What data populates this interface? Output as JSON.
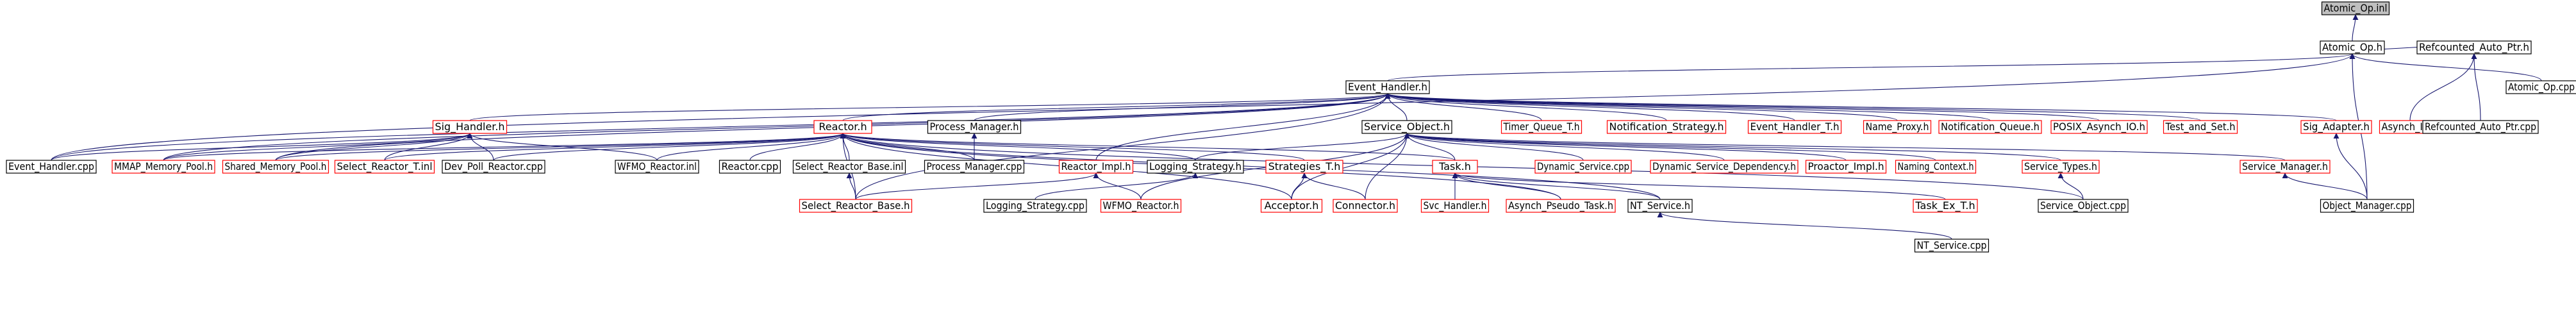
{
  "colors": {
    "edge": "#191970",
    "root_fill": "#bfbfbf",
    "normal_border": "#000000",
    "red_border": "#ff0000",
    "background": "#ffffff"
  },
  "nodes": [
    {
      "id": "atomic_op_inl",
      "label": "Atomic_Op.inl",
      "style": "root"
    },
    {
      "id": "atomic_op_h",
      "label": "Atomic_Op.h",
      "style": "normal"
    },
    {
      "id": "refcounted_auto_ptr_h",
      "label": "Refcounted_Auto_Ptr.h",
      "style": "normal"
    },
    {
      "id": "atomic_op_cpp",
      "label": "Atomic_Op.cpp",
      "style": "normal"
    },
    {
      "id": "event_handler_h",
      "label": "Event_Handler.h",
      "style": "normal"
    },
    {
      "id": "sig_handler_h",
      "label": "Sig_Handler.h",
      "style": "red"
    },
    {
      "id": "reactor_h",
      "label": "Reactor.h",
      "style": "red"
    },
    {
      "id": "process_manager_h",
      "label": "Process_Manager.h",
      "style": "normal"
    },
    {
      "id": "service_object_h",
      "label": "Service_Object.h",
      "style": "normal"
    },
    {
      "id": "timer_queue_t_h",
      "label": "Timer_Queue_T.h",
      "style": "red"
    },
    {
      "id": "notification_strategy_h",
      "label": "Notification_Strategy.h",
      "style": "red"
    },
    {
      "id": "event_handler_t_h",
      "label": "Event_Handler_T.h",
      "style": "red"
    },
    {
      "id": "name_proxy_h",
      "label": "Name_Proxy.h",
      "style": "red"
    },
    {
      "id": "notification_queue_h",
      "label": "Notification_Queue.h",
      "style": "red"
    },
    {
      "id": "posix_asynch_io_h",
      "label": "POSIX_Asynch_IO.h",
      "style": "red"
    },
    {
      "id": "test_and_set_h",
      "label": "Test_and_Set.h",
      "style": "red"
    },
    {
      "id": "sig_adapter_h",
      "label": "Sig_Adapter.h",
      "style": "red"
    },
    {
      "id": "asynch_io_h",
      "label": "Asynch_IO.h",
      "style": "red"
    },
    {
      "id": "refcounted_auto_ptr_cpp",
      "label": "Refcounted_Auto_Ptr.cpp",
      "style": "normal"
    },
    {
      "id": "event_handler_cpp",
      "label": "Event_Handler.cpp",
      "style": "normal"
    },
    {
      "id": "mmap_memory_pool_h",
      "label": "MMAP_Memory_Pool.h",
      "style": "red"
    },
    {
      "id": "shared_memory_pool_h",
      "label": "Shared_Memory_Pool.h",
      "style": "red"
    },
    {
      "id": "select_reactor_t_inl",
      "label": "Select_Reactor_T.inl",
      "style": "red"
    },
    {
      "id": "dev_poll_reactor_cpp",
      "label": "Dev_Poll_Reactor.cpp",
      "style": "normal"
    },
    {
      "id": "wfmo_reactor_inl",
      "label": "WFMO_Reactor.inl",
      "style": "normal"
    },
    {
      "id": "reactor_cpp",
      "label": "Reactor.cpp",
      "style": "normal"
    },
    {
      "id": "select_reactor_base_inl",
      "label": "Select_Reactor_Base.inl",
      "style": "normal"
    },
    {
      "id": "process_manager_cpp",
      "label": "Process_Manager.cpp",
      "style": "normal"
    },
    {
      "id": "reactor_impl_h",
      "label": "Reactor_Impl.h",
      "style": "red"
    },
    {
      "id": "logging_strategy_h",
      "label": "Logging_Strategy.h",
      "style": "normal"
    },
    {
      "id": "strategies_t_h",
      "label": "Strategies_T.h",
      "style": "red"
    },
    {
      "id": "task_h",
      "label": "Task.h",
      "style": "red"
    },
    {
      "id": "dynamic_service_cpp",
      "label": "Dynamic_Service.cpp",
      "style": "red"
    },
    {
      "id": "dynamic_service_dependency_h",
      "label": "Dynamic_Service_Dependency.h",
      "style": "red"
    },
    {
      "id": "proactor_impl_h",
      "label": "Proactor_Impl.h",
      "style": "red"
    },
    {
      "id": "naming_context_h",
      "label": "Naming_Context.h",
      "style": "red"
    },
    {
      "id": "service_types_h",
      "label": "Service_Types.h",
      "style": "red"
    },
    {
      "id": "service_manager_h",
      "label": "Service_Manager.h",
      "style": "red"
    },
    {
      "id": "select_reactor_base_h",
      "label": "Select_Reactor_Base.h",
      "style": "red"
    },
    {
      "id": "logging_strategy_cpp",
      "label": "Logging_Strategy.cpp",
      "style": "normal"
    },
    {
      "id": "wfmo_reactor_h",
      "label": "WFMO_Reactor.h",
      "style": "red"
    },
    {
      "id": "acceptor_h",
      "label": "Acceptor.h",
      "style": "red"
    },
    {
      "id": "connector_h",
      "label": "Connector.h",
      "style": "red"
    },
    {
      "id": "svc_handler_h",
      "label": "Svc_Handler.h",
      "style": "red"
    },
    {
      "id": "asynch_pseudo_task_h",
      "label": "Asynch_Pseudo_Task.h",
      "style": "red"
    },
    {
      "id": "nt_service_h",
      "label": "NT_Service.h",
      "style": "normal"
    },
    {
      "id": "task_ex_t_h",
      "label": "Task_Ex_T.h",
      "style": "red"
    },
    {
      "id": "service_object_cpp",
      "label": "Service_Object.cpp",
      "style": "normal"
    },
    {
      "id": "object_manager_cpp",
      "label": "Object_Manager.cpp",
      "style": "normal"
    },
    {
      "id": "nt_service_cpp",
      "label": "NT_Service.cpp",
      "style": "normal"
    }
  ],
  "edges": [
    [
      "atomic_op_h",
      "atomic_op_inl"
    ],
    [
      "refcounted_auto_ptr_h",
      "atomic_op_h"
    ],
    [
      "atomic_op_cpp",
      "atomic_op_h"
    ],
    [
      "event_handler_h",
      "atomic_op_h"
    ],
    [
      "event_handler_cpp",
      "atomic_op_h"
    ],
    [
      "object_manager_cpp",
      "atomic_op_h"
    ],
    [
      "refcounted_auto_ptr_cpp",
      "refcounted_auto_ptr_h"
    ],
    [
      "asynch_io_h",
      "refcounted_auto_ptr_h"
    ],
    [
      "sig_handler_h",
      "event_handler_h"
    ],
    [
      "reactor_h",
      "event_handler_h"
    ],
    [
      "process_manager_h",
      "event_handler_h"
    ],
    [
      "service_object_h",
      "event_handler_h"
    ],
    [
      "timer_queue_t_h",
      "event_handler_h"
    ],
    [
      "notification_strategy_h",
      "event_handler_h"
    ],
    [
      "event_handler_t_h",
      "event_handler_h"
    ],
    [
      "name_proxy_h",
      "event_handler_h"
    ],
    [
      "notification_queue_h",
      "event_handler_h"
    ],
    [
      "posix_asynch_io_h",
      "event_handler_h"
    ],
    [
      "test_and_set_h",
      "event_handler_h"
    ],
    [
      "sig_adapter_h",
      "event_handler_h"
    ],
    [
      "event_handler_cpp",
      "event_handler_h"
    ],
    [
      "mmap_memory_pool_h",
      "event_handler_h"
    ],
    [
      "shared_memory_pool_h",
      "event_handler_h"
    ],
    [
      "reactor_impl_h",
      "event_handler_h"
    ],
    [
      "select_reactor_base_h",
      "event_handler_h"
    ],
    [
      "event_handler_cpp",
      "sig_handler_h"
    ],
    [
      "mmap_memory_pool_h",
      "sig_handler_h"
    ],
    [
      "shared_memory_pool_h",
      "sig_handler_h"
    ],
    [
      "select_reactor_t_inl",
      "sig_handler_h"
    ],
    [
      "dev_poll_reactor_cpp",
      "sig_handler_h"
    ],
    [
      "wfmo_reactor_inl",
      "sig_handler_h"
    ],
    [
      "mmap_memory_pool_h",
      "reactor_h"
    ],
    [
      "shared_memory_pool_h",
      "reactor_h"
    ],
    [
      "select_reactor_t_inl",
      "reactor_h"
    ],
    [
      "dev_poll_reactor_cpp",
      "reactor_h"
    ],
    [
      "wfmo_reactor_inl",
      "reactor_h"
    ],
    [
      "reactor_cpp",
      "reactor_h"
    ],
    [
      "select_reactor_base_inl",
      "reactor_h"
    ],
    [
      "process_manager_cpp",
      "reactor_h"
    ],
    [
      "logging_strategy_h",
      "reactor_h"
    ],
    [
      "strategies_t_h",
      "reactor_h"
    ],
    [
      "task_h",
      "reactor_h"
    ],
    [
      "service_object_cpp",
      "reactor_h"
    ],
    [
      "nt_service_h",
      "reactor_h"
    ],
    [
      "acceptor_h",
      "reactor_h"
    ],
    [
      "select_reactor_base_h",
      "reactor_h"
    ],
    [
      "asynch_pseudo_task_h",
      "reactor_h"
    ],
    [
      "process_manager_cpp",
      "process_manager_h"
    ],
    [
      "task_h",
      "service_object_h"
    ],
    [
      "dynamic_service_cpp",
      "service_object_h"
    ],
    [
      "dynamic_service_dependency_h",
      "service_object_h"
    ],
    [
      "proactor_impl_h",
      "service_object_h"
    ],
    [
      "naming_context_h",
      "service_object_h"
    ],
    [
      "service_types_h",
      "service_object_h"
    ],
    [
      "service_manager_h",
      "service_object_h"
    ],
    [
      "logging_strategy_h",
      "service_object_h"
    ],
    [
      "acceptor_h",
      "service_object_h"
    ],
    [
      "connector_h",
      "service_object_h"
    ],
    [
      "wfmo_reactor_h",
      "service_object_h"
    ],
    [
      "object_manager_cpp",
      "sig_adapter_h"
    ],
    [
      "refcounted_auto_ptr_cpp",
      "asynch_io_h"
    ],
    [
      "select_reactor_base_h",
      "select_reactor_base_inl"
    ],
    [
      "select_reactor_base_h",
      "reactor_impl_h"
    ],
    [
      "wfmo_reactor_h",
      "reactor_impl_h"
    ],
    [
      "logging_strategy_cpp",
      "logging_strategy_h"
    ],
    [
      "acceptor_h",
      "strategies_t_h"
    ],
    [
      "connector_h",
      "strategies_t_h"
    ],
    [
      "svc_handler_h",
      "task_h"
    ],
    [
      "asynch_pseudo_task_h",
      "task_h"
    ],
    [
      "nt_service_h",
      "task_h"
    ],
    [
      "task_ex_t_h",
      "task_h"
    ],
    [
      "service_object_cpp",
      "service_types_h"
    ],
    [
      "object_manager_cpp",
      "service_manager_h"
    ],
    [
      "nt_service_cpp",
      "nt_service_h"
    ]
  ]
}
